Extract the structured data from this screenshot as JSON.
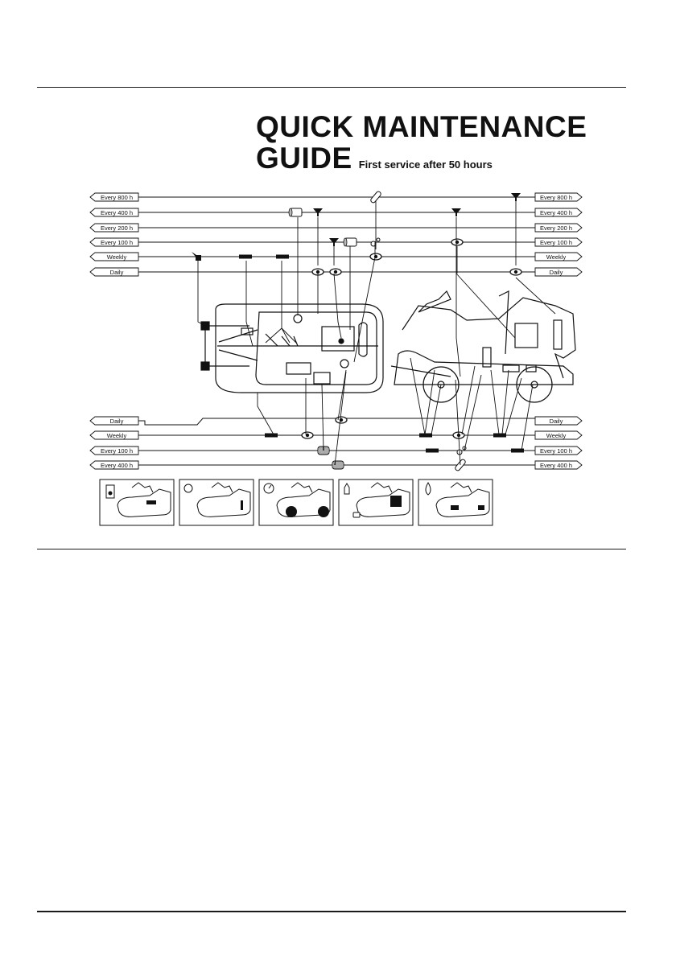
{
  "title": {
    "line1": "QUICK MAINTENANCE",
    "line2": "GUIDE",
    "subtitle": "First service after 50 hours"
  },
  "intervals": {
    "top_left": [
      "Every 800 h",
      "Every 400 h",
      "Every 200 h",
      "Every 100 h",
      "Weekly",
      "Daily"
    ],
    "top_right": [
      "Every 800 h",
      "Every 400 h",
      "Every 200 h",
      "Every 100 h",
      "Weekly",
      "Daily"
    ],
    "bottom_left": [
      "Daily",
      "Weekly",
      "Every 100 h",
      "Every 400 h"
    ],
    "bottom_right": [
      "Daily",
      "Weekly",
      "Every 100 h",
      "Every 400 h"
    ]
  },
  "icons": {
    "service_symbols": [
      "oil-can-icon",
      "grease-gun-icon",
      "inspect-eye-icon",
      "funnel-icon",
      "filter-cartridge-icon",
      "chain-link-icon",
      "belt-drive-icon",
      "air-filter-icon"
    ],
    "bottom_panels": [
      "fuel-level-icon",
      "battery-check-icon",
      "tire-pressure-icon",
      "engine-oil-check-icon",
      "coolant-drop-icon"
    ]
  }
}
